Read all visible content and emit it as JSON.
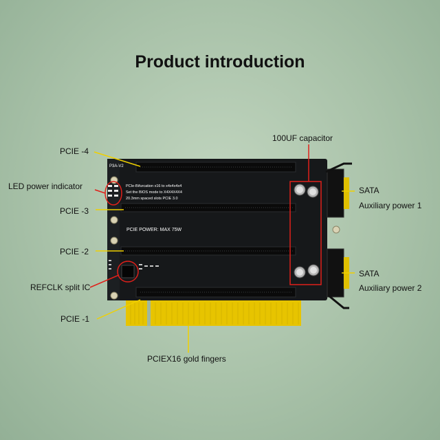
{
  "title": "Product introduction",
  "colors": {
    "background": "#a9c2a9",
    "pcb": "#16181a",
    "slot": "#0a0a0a",
    "gold": "#e7c400",
    "callout_yellow": "#f0d000",
    "callout_red": "#e0201a"
  },
  "labels": {
    "pcie4": "PCIE  -4",
    "led": "LED power indicator",
    "pcie3": "PCIE  -3",
    "pcie2": "PCIE  -2",
    "refclk": "REFCLK split IC",
    "pcie1": "PCIE  -1",
    "gold_fingers": "PCIEX16 gold fingers",
    "capacitor": "100UF capacitor",
    "sata1_line1": "SATA",
    "sata1_line2": "Auxiliary power 1",
    "sata2_line1": "SATA",
    "sata2_line2": "Auxiliary power 2"
  },
  "board_text": {
    "model": "P3A-V2",
    "bif_line1": "PCIe-Bifurcation x16 to x4x4x4x4",
    "bif_line2": "Set the BIOS mode to X4X4X4X4",
    "bif_line3": "20.3mm spaced slots    PCIE 3.0",
    "power": "PCIE POWER: MAX 75W"
  }
}
